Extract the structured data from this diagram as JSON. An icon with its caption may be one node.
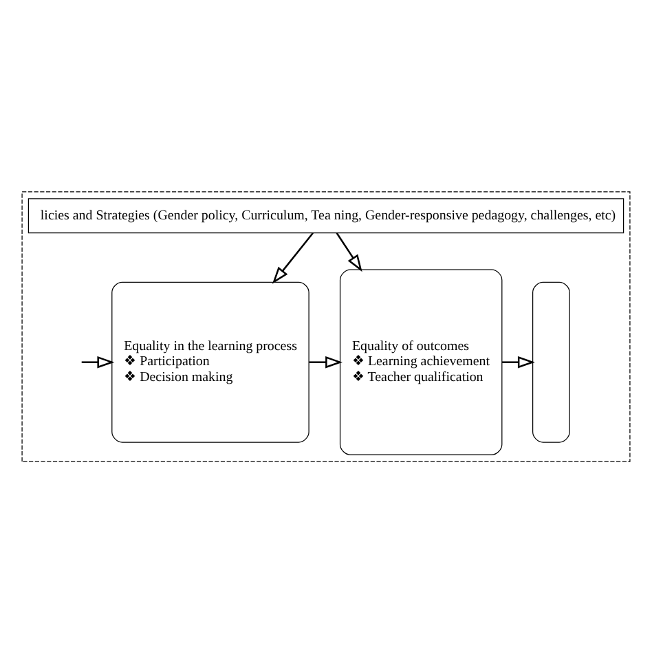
{
  "diagram": {
    "nodes": [
      {
        "text": [],
        "shape": "box"
      },
      {
        "text": [
          "licies and Strategies (Gender policy, Curriculum, Tea ning, Gender-responsive pedagogy, challenges, etc)"
        ],
        "in": 0
      },
      {
        "text": [
          "Equality in the learning process",
          "❖ Participation",
          "❖ Decision making"
        ],
        "in": 0
      },
      {
        "text": [
          "Equality of outcomes",
          "❖ Learning achievement",
          "❖ Teacher qualification"
        ],
        "in": 0
      },
      {
        "text": [],
        "shape": "box",
        "in": 0
      }
    ],
    "edges": [
      {
        "from": 1,
        "to": 2,
        "arrow": "to"
      },
      {
        "from": 1,
        "to": 3,
        "arrow": "to"
      },
      {
        "from": null,
        "to": 2,
        "arrow": "to"
      },
      {
        "from": 2,
        "to": 3,
        "arrow": "to"
      },
      {
        "from": 3,
        "to": 4,
        "arrow": "to"
      }
    ]
  }
}
